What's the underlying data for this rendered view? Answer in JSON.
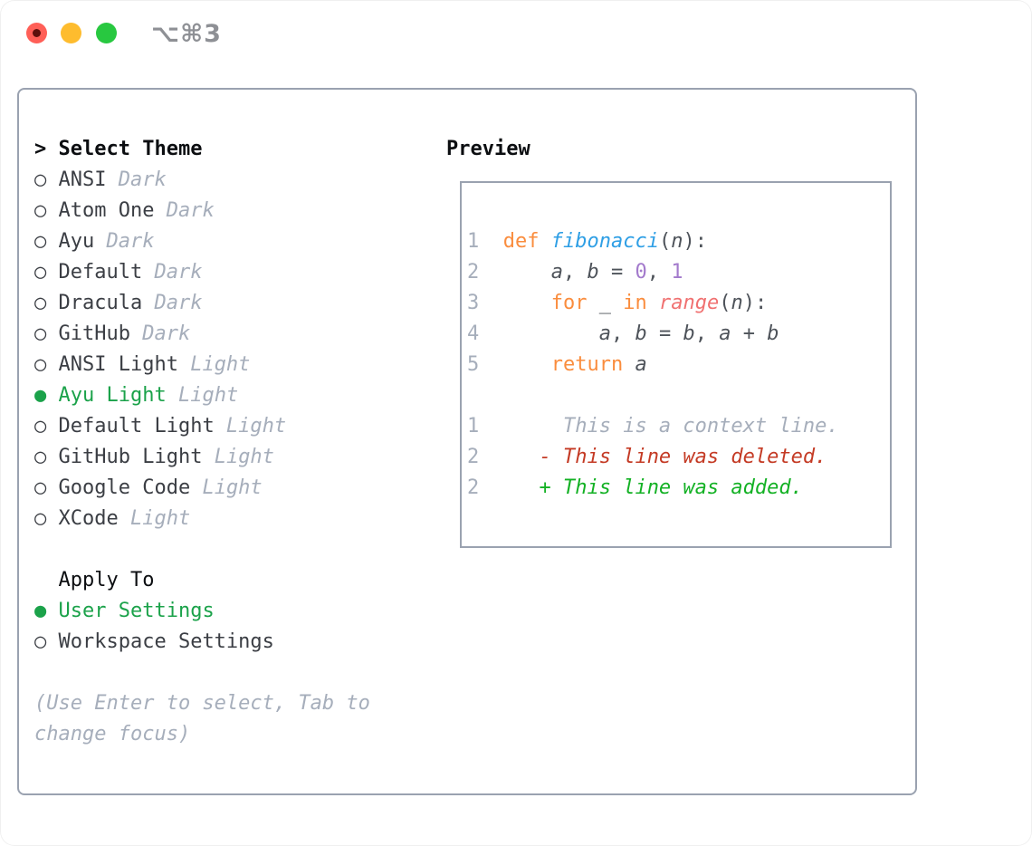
{
  "window": {
    "title": "⌥⌘3"
  },
  "theme_selector": {
    "header_prefix": "> ",
    "header": "Select Theme",
    "items": [
      {
        "name": "ANSI",
        "variant": "Dark",
        "selected": false
      },
      {
        "name": "Atom One",
        "variant": "Dark",
        "selected": false
      },
      {
        "name": "Ayu",
        "variant": "Dark",
        "selected": false
      },
      {
        "name": "Default",
        "variant": "Dark",
        "selected": false
      },
      {
        "name": "Dracula",
        "variant": "Dark",
        "selected": false
      },
      {
        "name": "GitHub",
        "variant": "Dark",
        "selected": false
      },
      {
        "name": "ANSI Light",
        "variant": "Light",
        "selected": false
      },
      {
        "name": "Ayu Light",
        "variant": "Light",
        "selected": true
      },
      {
        "name": "Default Light",
        "variant": "Light",
        "selected": false
      },
      {
        "name": "GitHub Light",
        "variant": "Light",
        "selected": false
      },
      {
        "name": "Google Code",
        "variant": "Light",
        "selected": false
      },
      {
        "name": "XCode",
        "variant": "Light",
        "selected": false
      }
    ],
    "radio_unselected_glyph": "○",
    "radio_selected_glyph": "●"
  },
  "apply_to": {
    "header": "Apply To",
    "options": [
      {
        "label": "User Settings",
        "selected": true
      },
      {
        "label": "Workspace Settings",
        "selected": false
      }
    ]
  },
  "help": {
    "line1": "(Use Enter to select, Tab to",
    "line2": "change focus)"
  },
  "preview": {
    "header": "Preview",
    "code_lines": [
      [
        {
          "t": "1  ",
          "s": "num"
        },
        {
          "t": "def",
          "s": "kw"
        },
        {
          "t": " ",
          "s": "code"
        },
        {
          "t": "fibonacci",
          "s": "fn"
        },
        {
          "t": "(",
          "s": "code"
        },
        {
          "t": "n",
          "s": "id"
        },
        {
          "t": "):",
          "s": "code"
        }
      ],
      [
        {
          "t": "2  ",
          "s": "num"
        },
        {
          "t": "    ",
          "s": "code"
        },
        {
          "t": "a",
          "s": "id"
        },
        {
          "t": ", ",
          "s": "code"
        },
        {
          "t": "b",
          "s": "id"
        },
        {
          "t": " = ",
          "s": "code"
        },
        {
          "t": "0",
          "s": "lit"
        },
        {
          "t": ", ",
          "s": "code"
        },
        {
          "t": "1",
          "s": "lit"
        }
      ],
      [
        {
          "t": "3  ",
          "s": "num"
        },
        {
          "t": "    ",
          "s": "code"
        },
        {
          "t": "for",
          "s": "kw"
        },
        {
          "t": " ",
          "s": "code"
        },
        {
          "t": "_",
          "s": "code"
        },
        {
          "t": " ",
          "s": "code"
        },
        {
          "t": "in",
          "s": "kw"
        },
        {
          "t": " ",
          "s": "code"
        },
        {
          "t": "range",
          "s": "bi"
        },
        {
          "t": "(",
          "s": "code"
        },
        {
          "t": "n",
          "s": "id"
        },
        {
          "t": "):",
          "s": "code"
        }
      ],
      [
        {
          "t": "4  ",
          "s": "num"
        },
        {
          "t": "        ",
          "s": "code"
        },
        {
          "t": "a",
          "s": "id"
        },
        {
          "t": ", ",
          "s": "code"
        },
        {
          "t": "b",
          "s": "id"
        },
        {
          "t": " = ",
          "s": "code"
        },
        {
          "t": "b",
          "s": "id"
        },
        {
          "t": ", ",
          "s": "code"
        },
        {
          "t": "a",
          "s": "id"
        },
        {
          "t": " + ",
          "s": "code"
        },
        {
          "t": "b",
          "s": "id"
        }
      ],
      [
        {
          "t": "5  ",
          "s": "num"
        },
        {
          "t": "    ",
          "s": "code"
        },
        {
          "t": "return",
          "s": "kw"
        },
        {
          "t": " ",
          "s": "code"
        },
        {
          "t": "a",
          "s": "id"
        }
      ],
      [],
      [
        {
          "t": "1",
          "s": "num"
        },
        {
          "t": "       ",
          "s": "code"
        },
        {
          "t": "This is a context line.",
          "s": "ctx"
        }
      ],
      [
        {
          "t": "2",
          "s": "num"
        },
        {
          "t": "     ",
          "s": "code"
        },
        {
          "t": "- This line was deleted.",
          "s": "del"
        }
      ],
      [
        {
          "t": "2",
          "s": "num"
        },
        {
          "t": "     ",
          "s": "code"
        },
        {
          "t": "+ This line was added.",
          "s": "add"
        }
      ]
    ]
  },
  "colors": {
    "selection_green": "#1ba24a",
    "diff_added_green": "#13b124",
    "diff_deleted_red": "#c43a24",
    "keyword_orange": "#fa8d3e",
    "function_blue": "#2f9fe5",
    "builtin_coral": "#f07171",
    "constant_purple": "#a37acc",
    "muted_gray": "#a6aebb",
    "panel_border_gray": "#9aa2b0",
    "traffic_red": "#ff5f57",
    "traffic_yellow": "#febc2e",
    "traffic_green": "#28c840"
  }
}
